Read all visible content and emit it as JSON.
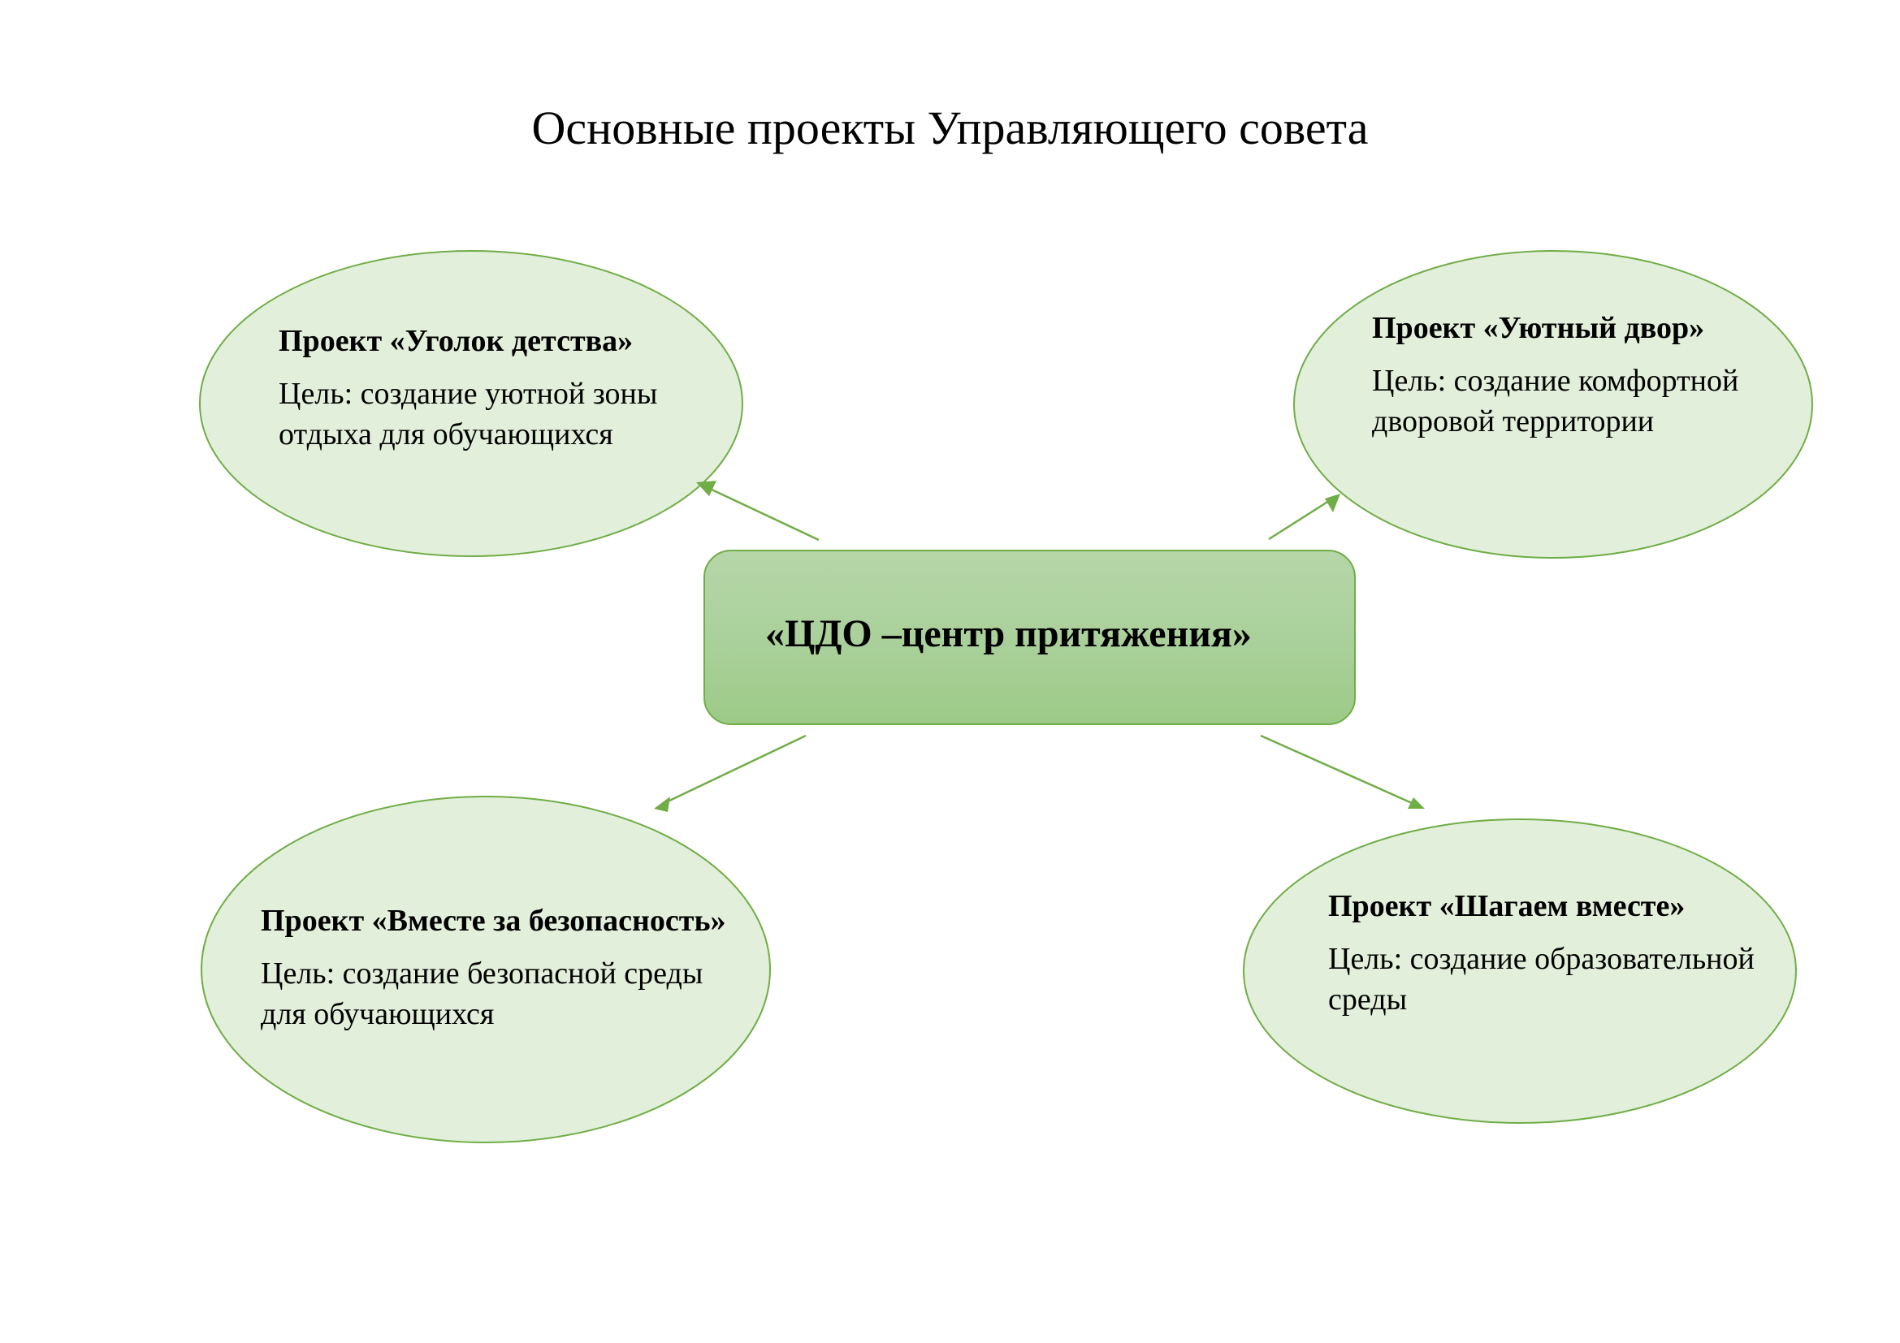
{
  "page": {
    "title": "Основные проекты Управляющего совета"
  },
  "center": {
    "label": "«ЦДО –центр притяжения»"
  },
  "projects": [
    {
      "position": "top-left",
      "title": "Проект «Уголок детства»",
      "goal": "Цель: создание уютной зоны отдыха для обучающихся"
    },
    {
      "position": "top-right",
      "title": "Проект «Уютный двор»",
      "goal": "Цель: создание комфортной дворовой территории"
    },
    {
      "position": "bottom-left",
      "title": "Проект «Вместе за безопасность»",
      "goal": "Цель: создание безопасной среды для обучающихся"
    },
    {
      "position": "bottom-right",
      "title": "Проект «Шагаем вместе»",
      "goal": "Цель: создание образовательной среды"
    }
  ],
  "colors": {
    "ellipse_fill": "#e2efda",
    "stroke": "#70ad47",
    "box_top": "#b6d6a8",
    "box_bottom": "#9dca87"
  }
}
